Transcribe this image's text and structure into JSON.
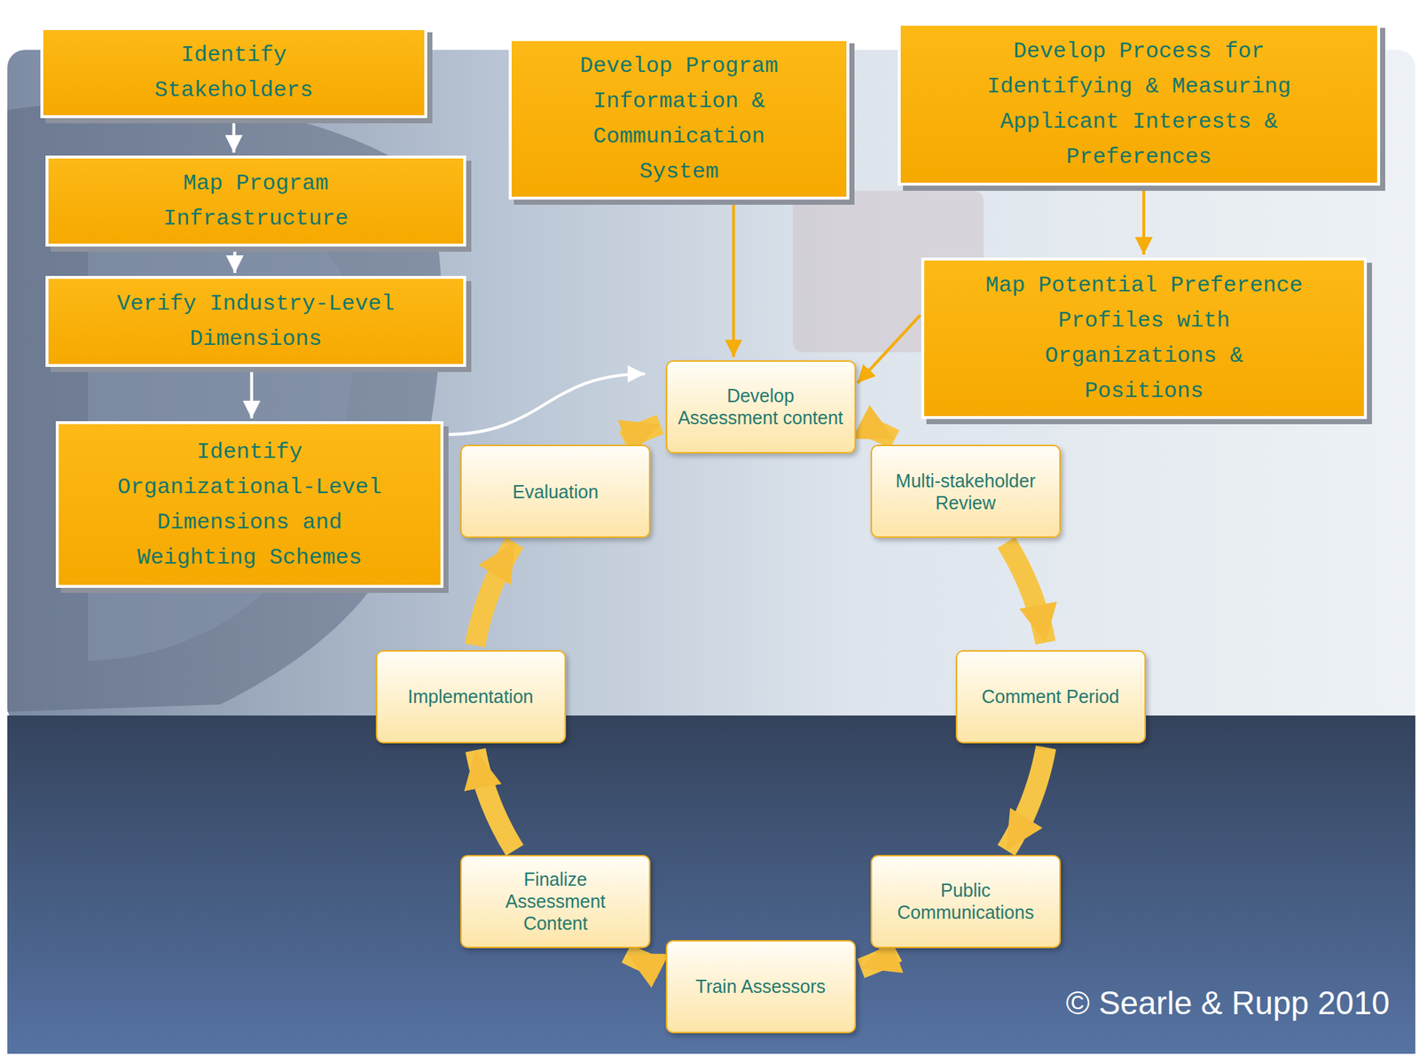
{
  "diagram": {
    "nodes": [
      {
        "text": [
          "Identify Stakeholders"
        ]
      },
      {
        "text": [
          "Map Program Infrastructure"
        ]
      },
      {
        "text": [
          "Verify Industry-Level Dimensions"
        ]
      },
      {
        "text": [
          "Identify Organizational-Level Dimensions and Weighting Schemes"
        ]
      },
      {
        "text": [
          "Develop Program Information & Communication System"
        ]
      },
      {
        "text": [
          "Develop Process for Identifying & Measuring Applicant Interests & Preferences"
        ]
      },
      {
        "text": [
          "Map Potential Preference Profiles with Organizations & Positions"
        ]
      },
      {
        "text": [
          "Develop Assessment content"
        ]
      },
      {
        "text": [
          "Multi-stakeholder Review"
        ]
      },
      {
        "text": [
          "Comment Period"
        ]
      },
      {
        "text": [
          "Public Communications"
        ]
      },
      {
        "text": [
          "Train Assessors"
        ]
      },
      {
        "text": [
          "Finalize Assessment Content"
        ]
      },
      {
        "text": [
          "Implementation"
        ]
      },
      {
        "text": [
          "Evaluation"
        ]
      }
    ],
    "edges": [
      {
        "from": 0,
        "to": 1,
        "arrow": "to"
      },
      {
        "from": 1,
        "to": 2,
        "arrow": "to"
      },
      {
        "from": 2,
        "to": 3,
        "arrow": "to"
      },
      {
        "from": 3,
        "to": 7,
        "arrow": "to"
      },
      {
        "from": 4,
        "to": 7,
        "arrow": "to"
      },
      {
        "from": 5,
        "to": 6,
        "arrow": "to"
      },
      {
        "from": 6,
        "to": 7,
        "arrow": "to"
      },
      {
        "from": 7,
        "to": 8,
        "arrow": "to"
      },
      {
        "from": 8,
        "to": 9,
        "arrow": "to"
      },
      {
        "from": 9,
        "to": 10,
        "arrow": "to"
      },
      {
        "from": 10,
        "to": 11,
        "arrow": "to"
      },
      {
        "from": 11,
        "to": 12,
        "arrow": "to"
      },
      {
        "from": 12,
        "to": 13,
        "arrow": "to"
      },
      {
        "from": 13,
        "to": 14,
        "arrow": "to"
      },
      {
        "from": 14,
        "to": 7,
        "arrow": "to"
      }
    ],
    "labels": [
      "© Searle & Rupp 2010"
    ]
  }
}
